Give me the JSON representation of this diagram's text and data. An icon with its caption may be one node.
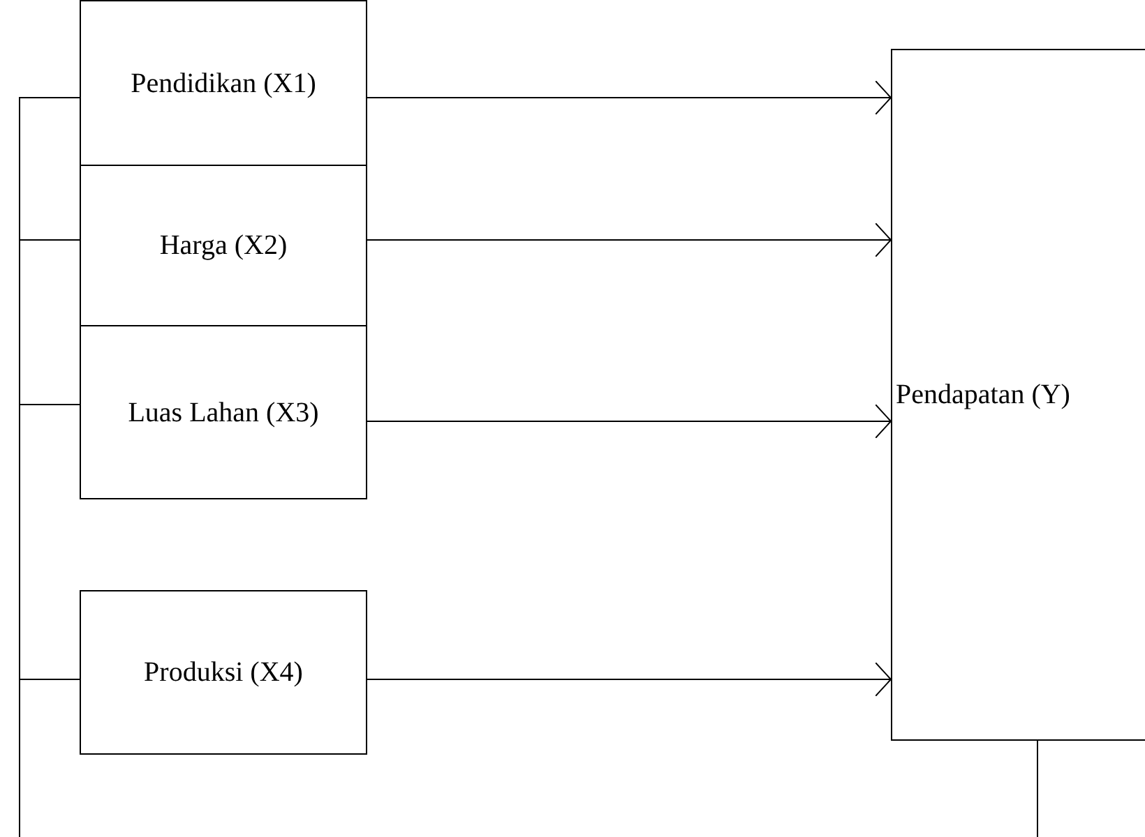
{
  "diagram": {
    "nodes": [
      {
        "text": [
          "Pendidikan (X1)"
        ]
      },
      {
        "text": [
          "Harga (X2)"
        ]
      },
      {
        "text": [
          "Luas Lahan (X3)"
        ]
      },
      {
        "text": [
          "Produksi (X4)"
        ]
      },
      {
        "text": [
          "Pendapatan (Y)"
        ]
      }
    ],
    "edges": [
      {
        "from": 0,
        "to": 4,
        "arrow": "to"
      },
      {
        "from": 1,
        "to": 4,
        "arrow": "to"
      },
      {
        "from": 2,
        "to": 4,
        "arrow": "to"
      },
      {
        "from": 3,
        "to": 4,
        "arrow": "to"
      },
      {
        "from": 4,
        "to": 0,
        "arrow": "none"
      },
      {
        "from": 4,
        "to": 1,
        "arrow": "none"
      },
      {
        "from": 4,
        "to": 2,
        "arrow": "none"
      },
      {
        "from": 4,
        "to": 3,
        "arrow": "none"
      }
    ]
  }
}
